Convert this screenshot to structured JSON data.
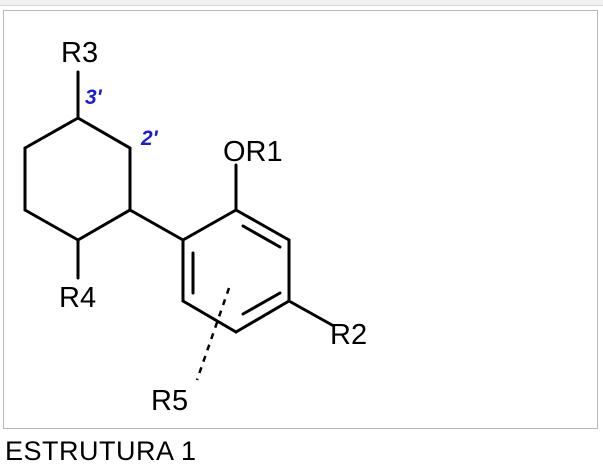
{
  "figure": {
    "substituents": {
      "r1": "OR1",
      "r2": "R2",
      "r3": "R3",
      "r4": "R4",
      "r5": "R5"
    },
    "positions": {
      "c3": "3'",
      "c2": "2'"
    },
    "colors": {
      "bond": "#000000",
      "label": "#000000",
      "position_label": "#1a1ad8"
    }
  },
  "caption": "ESTRUTURA 1"
}
